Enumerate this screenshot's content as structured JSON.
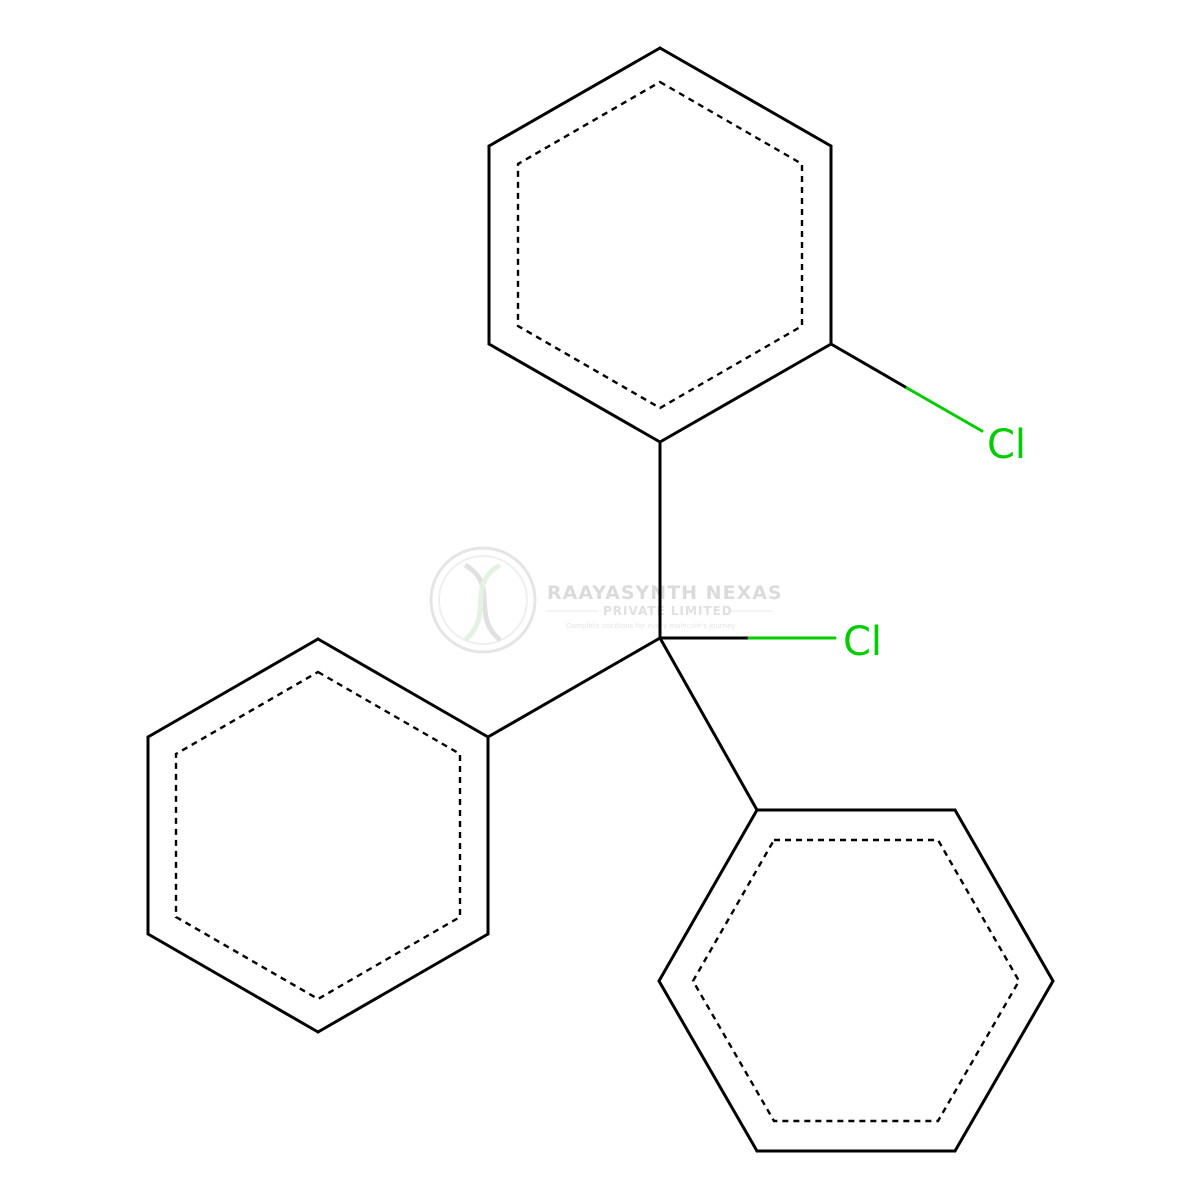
{
  "molecule": {
    "atoms": {
      "chlorine_ring": "Cl",
      "chlorine_central": "Cl"
    },
    "colors": {
      "bond": "#000000",
      "chlorine": "#00cc00",
      "watermark": "#bfbfbf"
    }
  },
  "watermark": {
    "company": "RAAYASYNTH NEXAS",
    "subtitle": "PRIVATE LIMITED",
    "tagline": "Complete solutions for every molecule's journey"
  }
}
